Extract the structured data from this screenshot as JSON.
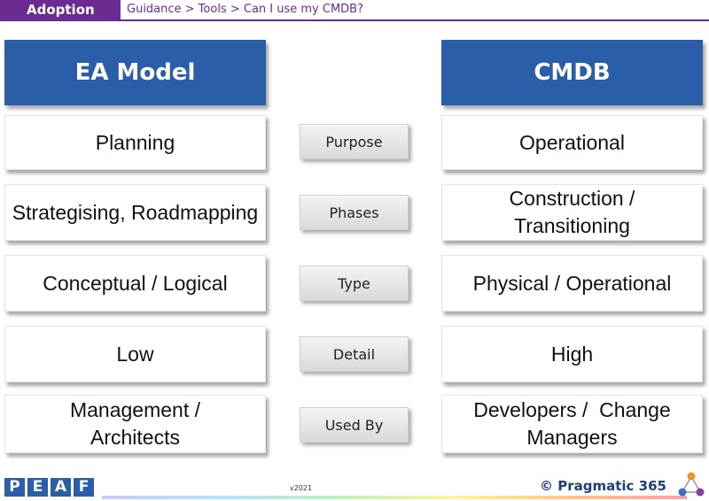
{
  "header": {
    "tag": "Adoption",
    "breadcrumb": "Guidance > Tools > Can I use my CMDB?"
  },
  "columns": {
    "left_title": "EA Model",
    "right_title": "CMDB"
  },
  "rows": [
    {
      "left": "Planning",
      "middle": "Purpose",
      "right": "Operational"
    },
    {
      "left": "Strategising, Roadmapping",
      "middle": "Phases",
      "right": "Construction /\nTransitioning"
    },
    {
      "left": "Conceptual / Logical",
      "middle": "Type",
      "right": "Physical / Operational"
    },
    {
      "left": "Low",
      "middle": "Detail",
      "right": "High"
    },
    {
      "left": "Management /\nArchitects",
      "middle": "Used By",
      "right": "Developers /  Change\nManagers"
    }
  ],
  "footer": {
    "logo_letters": [
      "P",
      "E",
      "A",
      "F"
    ],
    "version": "v2021",
    "brand": "© Pragmatic 365"
  },
  "colors": {
    "accent": "#6b2c91",
    "header_blue": "#2b5ea9"
  },
  "icons": {
    "brand_logo": "molecule-icon"
  }
}
